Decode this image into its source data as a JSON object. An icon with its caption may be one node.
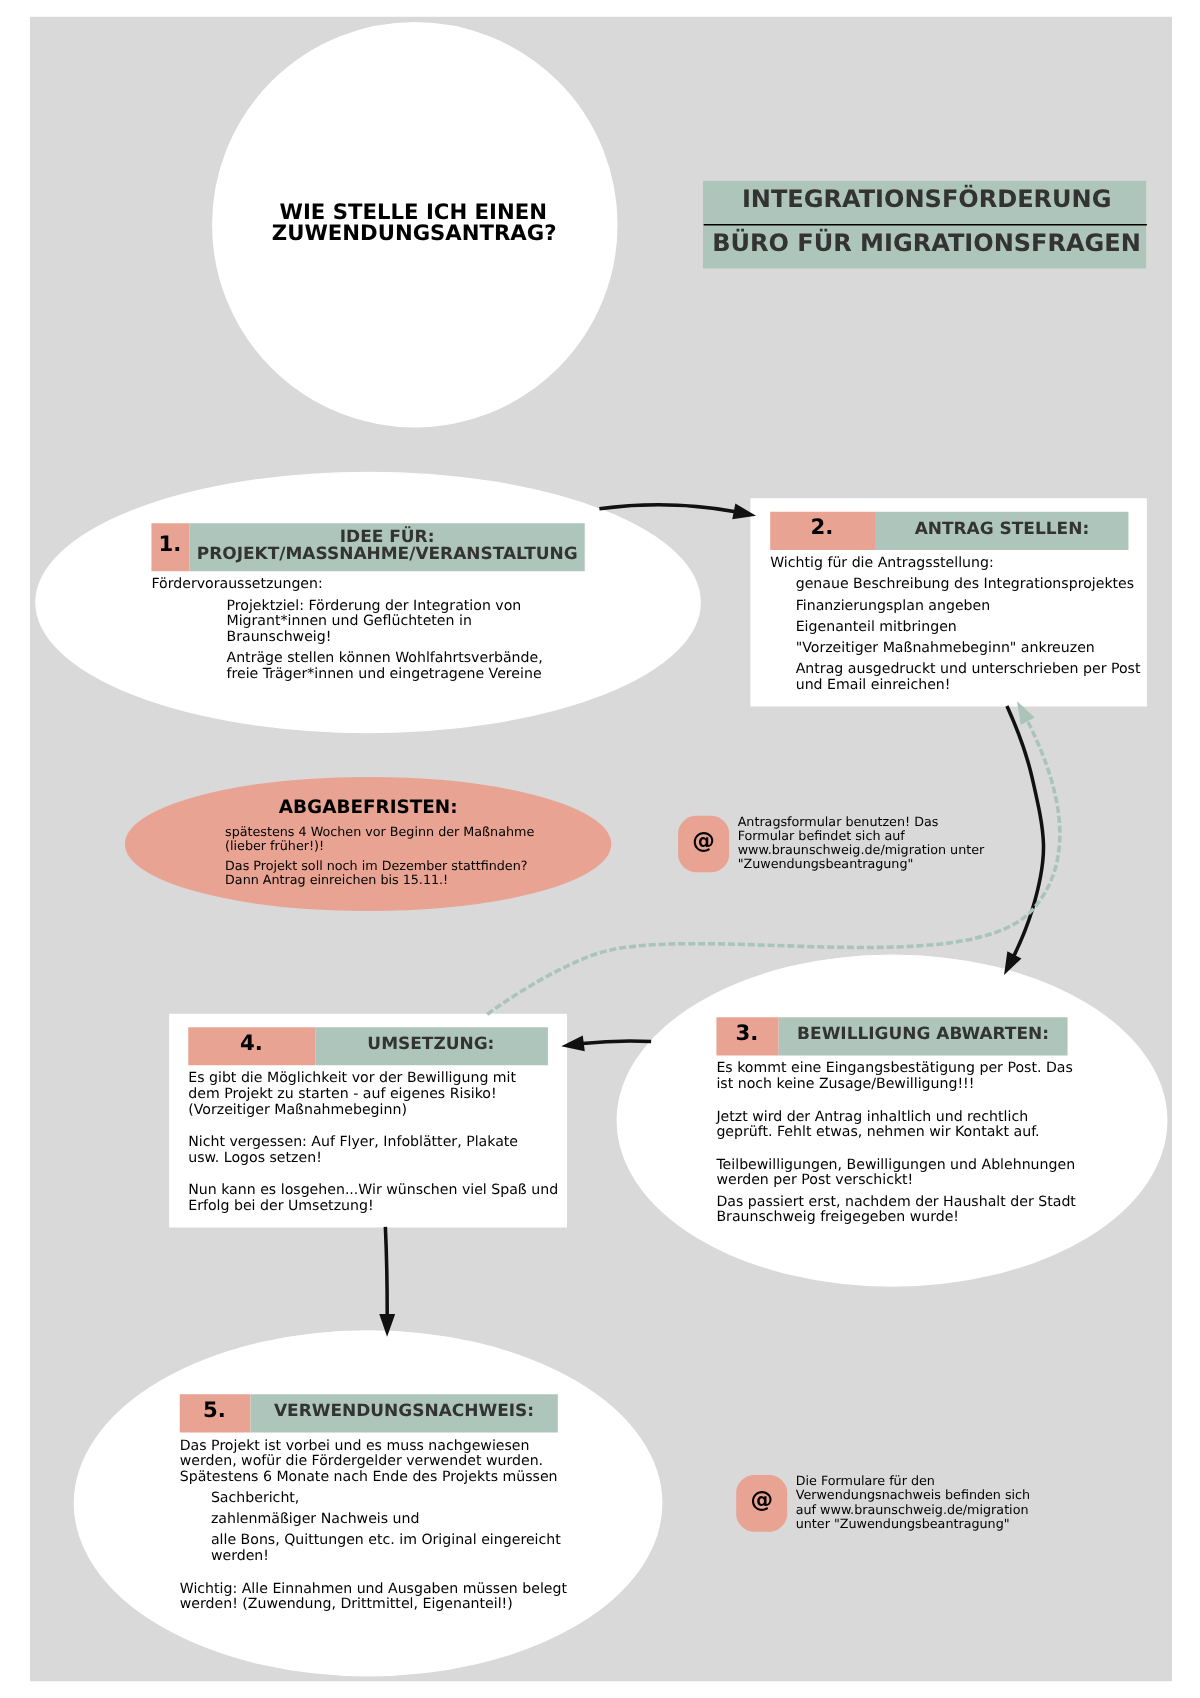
{
  "diagram": {
    "nodes": [
      {
        "text": [
          "WIE STELLE ICH EINEN ZUWENDUNGSANTRAG?"
        ]
      },
      {
        "text": [
          "INTEGRATIONSFÖRDERUNG",
          "BÜRO FÜR MIGRATIONSFRAGEN"
        ]
      },
      {
        "text": [
          "1.",
          "IDEE FÜR: PROJEKT/MASSNAHME/VERANSTALTUNG",
          "Fördervoraussetzungen:",
          "Projektziel: Förderung der Integration von Migrant*innen und Geflüchteten in Braunschweig!",
          "Anträge stellen können Wohlfahrtsverbände, freie Träger*innen und eingetragene Vereine"
        ]
      },
      {
        "text": [
          "2.",
          "ANTRAG STELLEN:",
          "Wichtig für die Antragsstellung:",
          "genaue Beschreibung des Integrationsprojektes",
          "Finanzierungsplan angeben",
          "Eigenanteil mitbringen",
          "\"Vorzeitiger Maßnahmebeginn\" ankreuzen",
          "Antrag ausgedruckt und unterschrieben per Post und Email einreichen!"
        ]
      },
      {
        "text": [
          "@"
        ],
        "beside": [
          "Antragsformular benutzen! Das Formular befindet sich auf www.braunschweig.de/migration unter \"Zuwendungsbeantragung\""
        ]
      },
      {
        "text": [
          "ABGABEFRISTEN:",
          "spätestens 4 Wochen vor Beginn der Maßnahme (lieber früher!)!",
          "Das Projekt soll noch im Dezember stattfinden? Dann Antrag einreichen bis 15.11.!"
        ]
      },
      {
        "text": [
          "4.",
          "UMSETZUNG:",
          "Es gibt die Möglichkeit vor der Bewilligung mit dem Projekt zu starten - auf eigenes Risiko! (Vorzeitiger Maßnahmebeginn)",
          "Nicht vergessen: Auf Flyer, Infoblätter, Plakate usw. Logos setzen!",
          "Nun kann es losgehen...Wir wünschen viel Spaß und Erfolg bei der Umsetzung!"
        ]
      },
      {
        "text": [
          "3.",
          "BEWILLIGUNG ABWARTEN:",
          "Es kommt eine Eingangsbestätigung per Post. Das ist noch keine Zusage/Bewilligung!!!",
          "Jetzt wird der Antrag inhaltlich und rechtlich geprüft. Fehlt etwas, nehmen wir Kontakt auf.",
          "Teilbewilligungen, Bewilligungen und Ablehnungen werden per Post verschickt!",
          "Das passiert erst, nachdem der Haushalt der Stadt Braunschweig freigegeben wurde!"
        ]
      },
      {
        "text": [
          "5.",
          "VERWENDUNGSNACHWEIS:",
          "Das Projekt ist vorbei und es muss nachgewiesen werden, wofür die Fördergelder verwendet wurden. Spätestens 6 Monate nach Ende des Projekts müssen",
          "Sachbericht,",
          "zahlenmäßiger Nachweis und",
          "alle Bons, Quittungen etc. im Original eingereicht werden!",
          "Wichtig: Alle Einnahmen und Ausgaben müssen belegt werden! (Zuwendung, Drittmittel, Eigenanteil!)"
        ]
      },
      {
        "text": [
          "@"
        ],
        "beside": [
          "Die Formulare für den Verwendungsnachweis befinden sich auf www.braunschweig.de/migration unter \"Zuwendungsbeantragung\""
        ]
      }
    ],
    "edges": [
      {
        "from": 2,
        "to": 3,
        "arrow": "to"
      },
      {
        "from": 3,
        "to": 7,
        "arrow": "to"
      },
      {
        "from": 7,
        "to": 6,
        "arrow": "to"
      },
      {
        "from": 6,
        "to": 8,
        "arrow": "to"
      },
      {
        "from": 6,
        "to": 3,
        "arrow": "to",
        "style": "dashed",
        "color": "#a9c4b8"
      }
    ]
  }
}
